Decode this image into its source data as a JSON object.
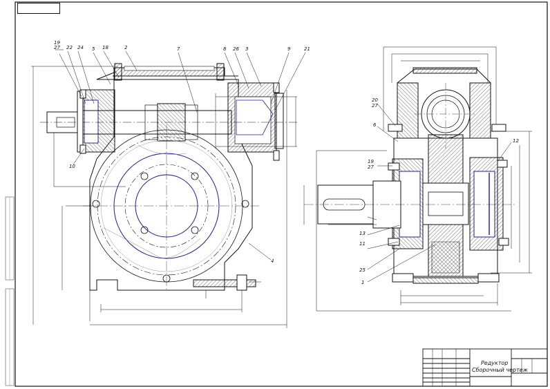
{
  "title_block": {
    "name_line1": "Редуктор",
    "name_line2": "Сборочный чертеж"
  },
  "views": {
    "front": {
      "part_labels": [
        "19",
        "27",
        "22",
        "24",
        "5",
        "18",
        "2",
        "7",
        "8",
        "26",
        "3",
        "9",
        "21",
        "10",
        "4"
      ]
    },
    "side": {
      "part_labels": [
        "20",
        "27",
        "6",
        "12",
        "19",
        "27",
        "13",
        "11",
        "25",
        "1"
      ]
    }
  },
  "colors": {
    "line": "#111111",
    "accent": "#1a1aa8",
    "hatch": "#333333"
  }
}
